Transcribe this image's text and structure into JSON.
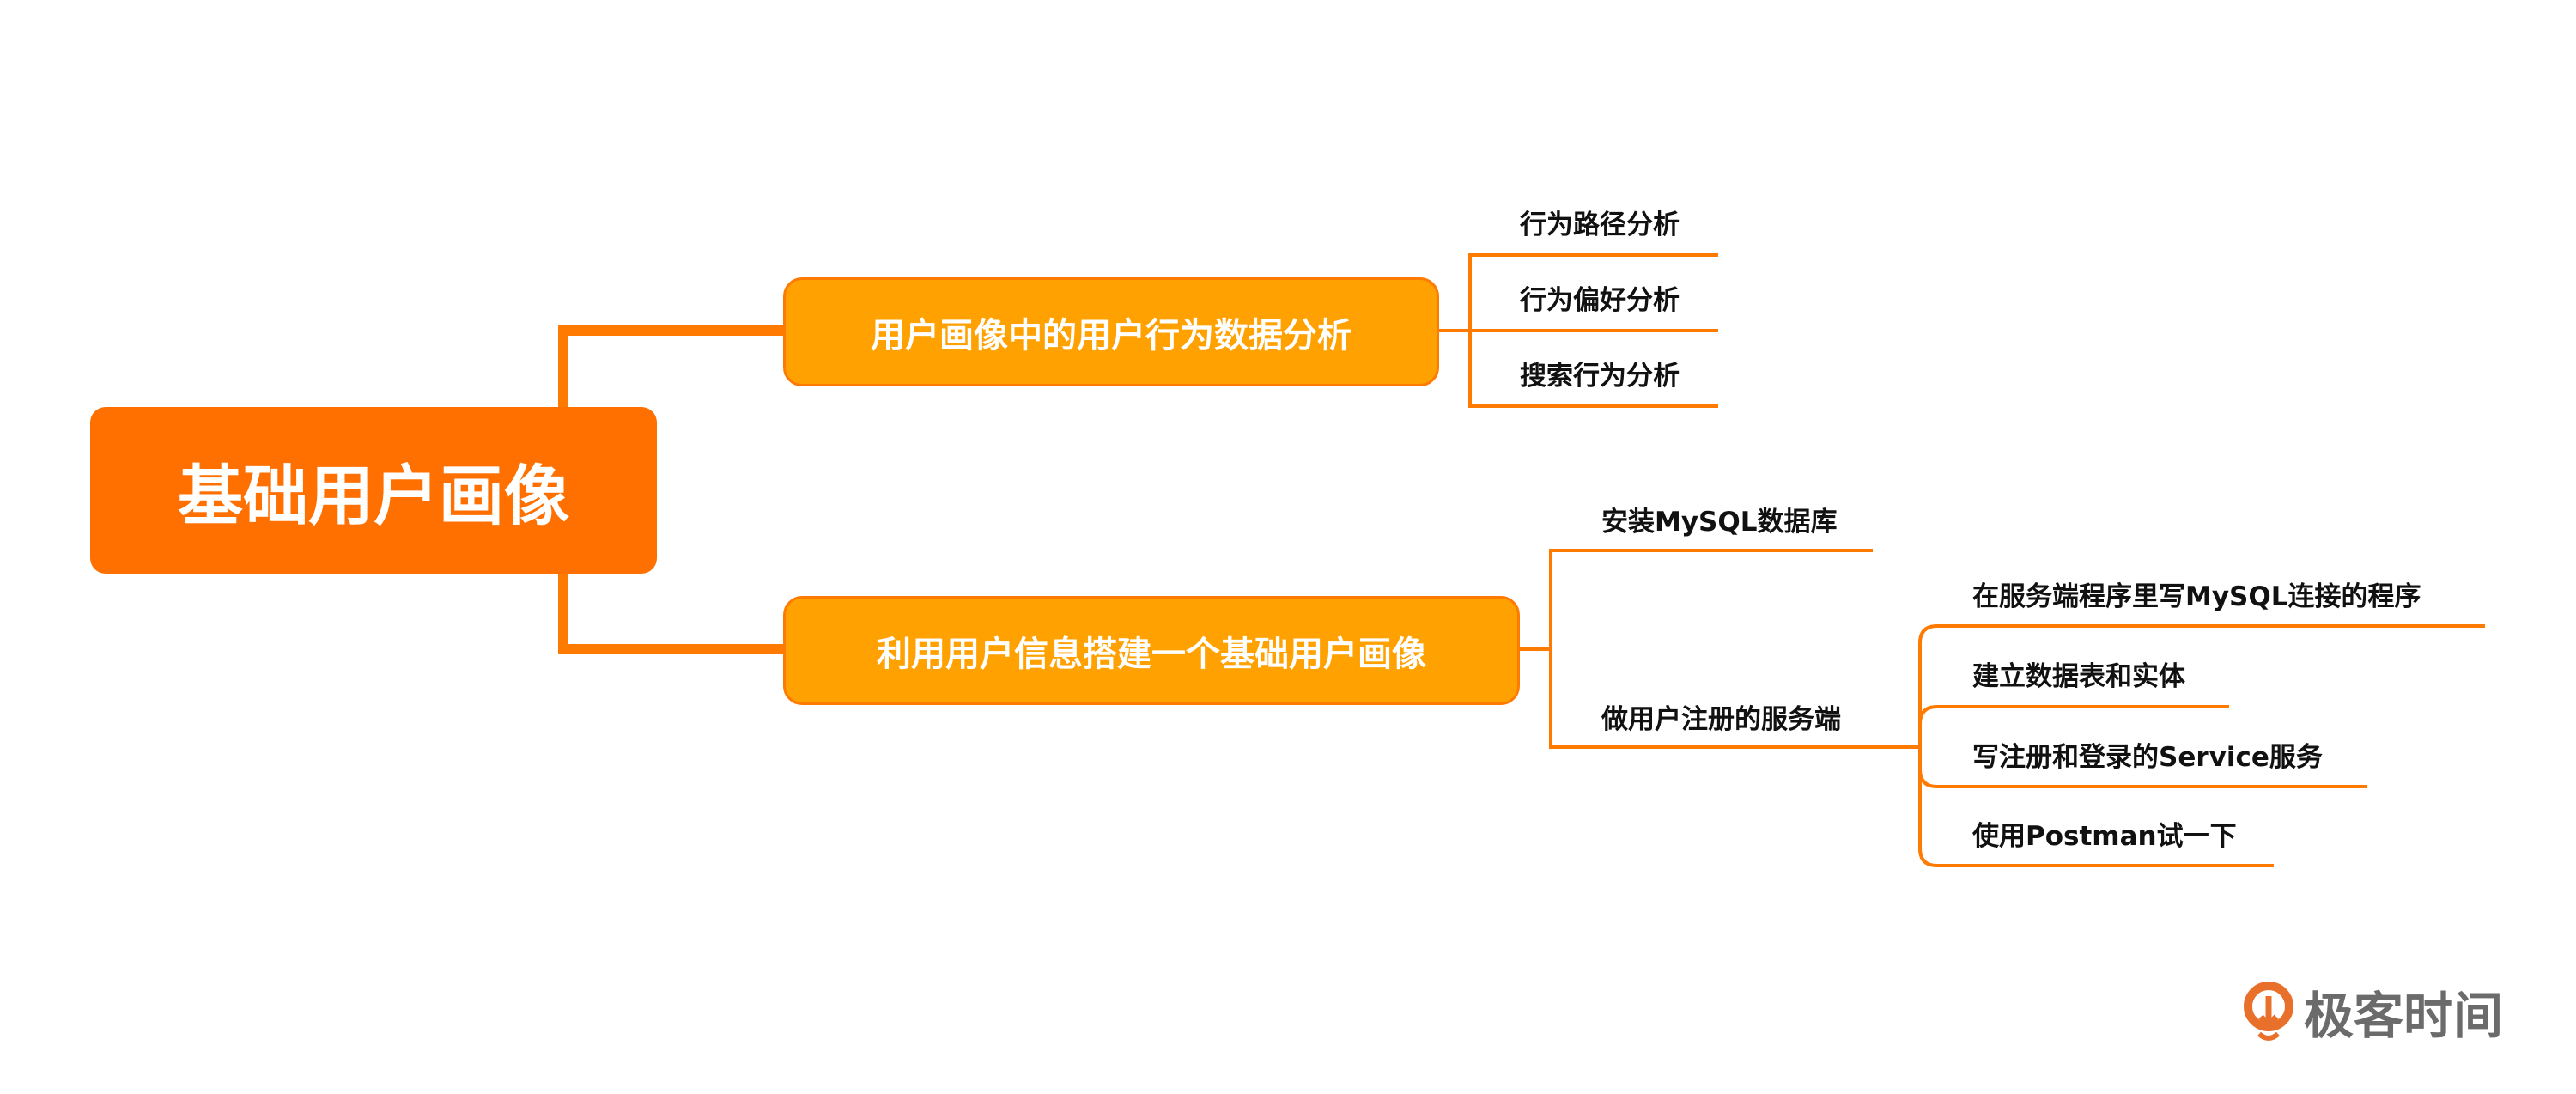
{
  "root": {
    "label": "基础用户画像"
  },
  "branches": [
    {
      "label": "用户画像中的用户行为数据分析",
      "children": [
        "行为路径分析",
        "行为偏好分析",
        "搜索行为分析"
      ]
    },
    {
      "label": "利用用户信息搭建一个基础用户画像",
      "children": [
        {
          "label": "安装MySQL数据库"
        },
        {
          "label": "做用户注册的服务端",
          "children": [
            "在服务端程序里写MySQL连接的程序",
            "建立数据表和实体",
            "写注册和登录的Service服务",
            "使用Postman试一下"
          ]
        }
      ]
    }
  ],
  "logo": {
    "text": "极客时间"
  },
  "colors": {
    "root": "#FF7000",
    "branch": "#FFA100",
    "line": "#FF7A00"
  }
}
